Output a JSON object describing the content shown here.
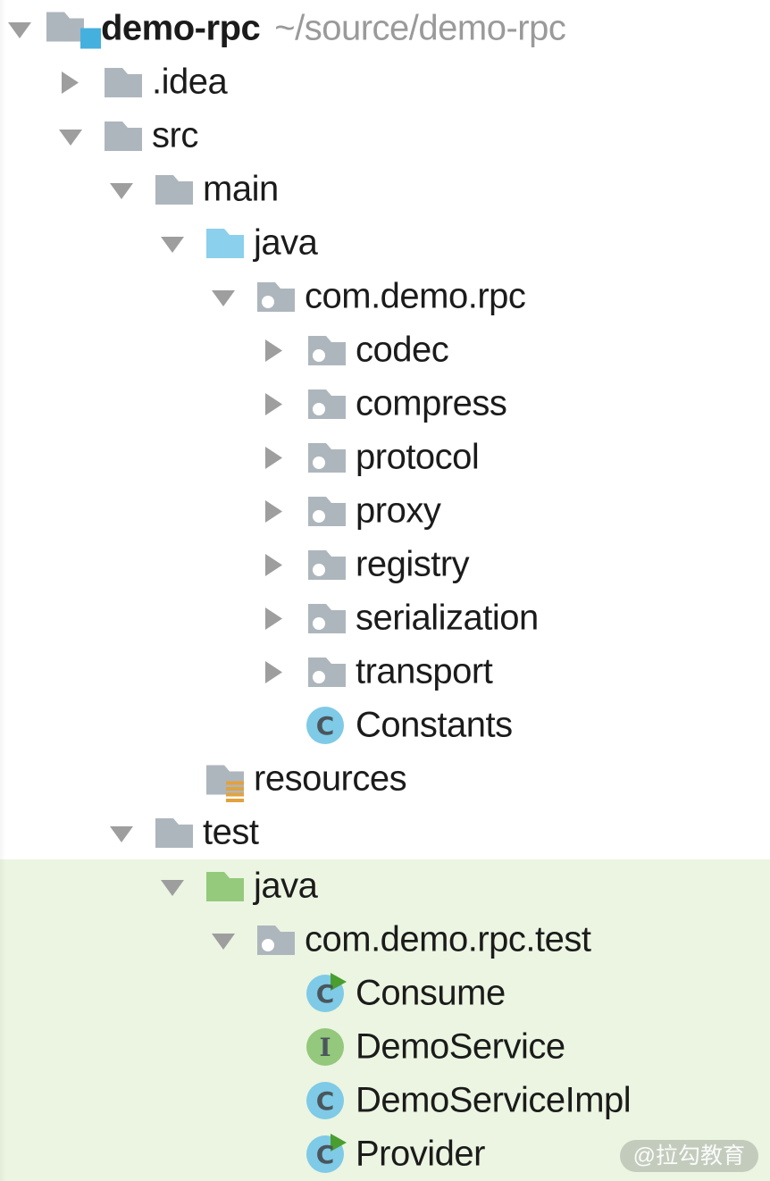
{
  "colors": {
    "panel_bg": "#ffffff",
    "test_highlight_bg": "#ebf5e1",
    "text": "#1b1b1b",
    "path_text": "#9a9a9a",
    "arrow_gray": "#9e9e9e",
    "folder_gray": "#aeb6bd",
    "source_root_blue": "#8bd0ec",
    "test_root_green": "#95ca7c",
    "class_circle_blue": "#7fcae6",
    "interface_circle_green": "#94c87c",
    "icon_letter": "#4a565c",
    "run_triangle_green": "#4a9e2f",
    "resources_amber": "#e2a23d",
    "project_badge_blue": "#44b0de",
    "package_dot": "#ffffff"
  },
  "tree": {
    "rows": [
      {
        "label": "demo-rpc",
        "path": "~/source/demo-rpc",
        "level": 0,
        "arrow": "expanded",
        "icon": "project-folder",
        "bold": true
      },
      {
        "label": ".idea",
        "level": 1,
        "arrow": "collapsed",
        "icon": "folder"
      },
      {
        "label": "src",
        "level": 1,
        "arrow": "expanded",
        "icon": "folder"
      },
      {
        "label": "main",
        "level": 2,
        "arrow": "expanded",
        "icon": "folder"
      },
      {
        "label": "java",
        "level": 3,
        "arrow": "expanded",
        "icon": "source-folder"
      },
      {
        "label": "com.demo.rpc",
        "level": 4,
        "arrow": "expanded",
        "icon": "package"
      },
      {
        "label": "codec",
        "level": 5,
        "arrow": "collapsed",
        "icon": "package"
      },
      {
        "label": "compress",
        "level": 5,
        "arrow": "collapsed",
        "icon": "package"
      },
      {
        "label": "protocol",
        "level": 5,
        "arrow": "collapsed",
        "icon": "package"
      },
      {
        "label": "proxy",
        "level": 5,
        "arrow": "collapsed",
        "icon": "package"
      },
      {
        "label": "registry",
        "level": 5,
        "arrow": "collapsed",
        "icon": "package"
      },
      {
        "label": "serialization",
        "level": 5,
        "arrow": "collapsed",
        "icon": "package"
      },
      {
        "label": "transport",
        "level": 5,
        "arrow": "collapsed",
        "icon": "package"
      },
      {
        "label": "Constants",
        "level": 5,
        "arrow": null,
        "icon": "class"
      },
      {
        "label": "resources",
        "level": 3,
        "arrow": null,
        "icon": "resources-folder"
      },
      {
        "label": "test",
        "level": 2,
        "arrow": "expanded",
        "icon": "folder"
      },
      {
        "label": "java",
        "level": 3,
        "arrow": "expanded",
        "icon": "test-source-folder",
        "highlighted": true
      },
      {
        "label": "com.demo.rpc.test",
        "level": 4,
        "arrow": "expanded",
        "icon": "package",
        "highlighted": true
      },
      {
        "label": "Consume",
        "level": 5,
        "arrow": null,
        "icon": "runnable-class",
        "highlighted": true
      },
      {
        "label": "DemoService",
        "level": 5,
        "arrow": null,
        "icon": "interface",
        "highlighted": true
      },
      {
        "label": "DemoServiceImpl",
        "level": 5,
        "arrow": null,
        "icon": "class",
        "highlighted": true
      },
      {
        "label": "Provider",
        "level": 5,
        "arrow": null,
        "icon": "runnable-class",
        "highlighted": true
      }
    ]
  },
  "watermark": {
    "text": "@拉勾教育"
  }
}
